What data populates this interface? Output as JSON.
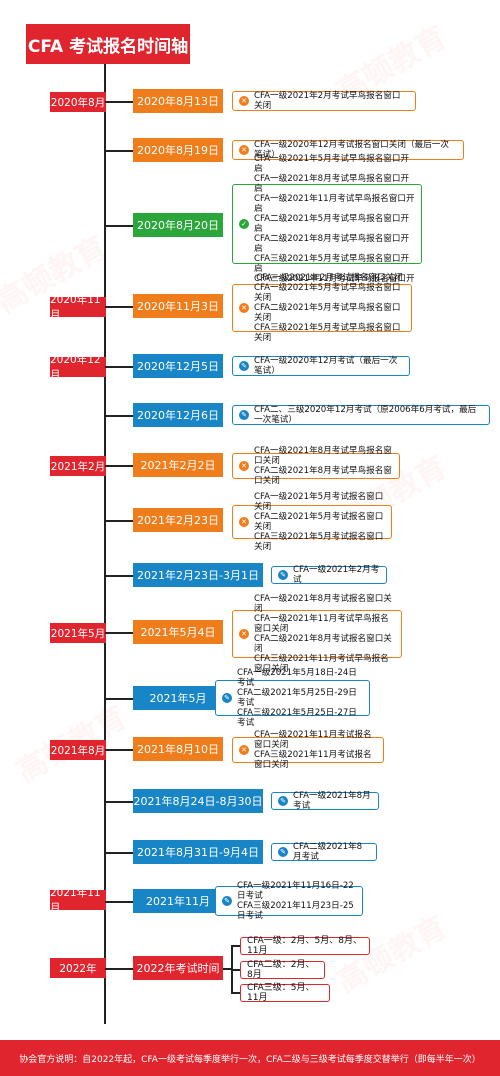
{
  "title": "CFA 考试报名时间轴",
  "watermark": "高顿教育",
  "years": [
    "2020年8月",
    "2020年11月",
    "2020年12月",
    "2021年2月",
    "2021年5月",
    "2021年8月",
    "2021年11月",
    "2022年"
  ],
  "events": [
    {
      "date": "2020年8月13日",
      "lines": [
        "CFA一级2021年2月考试早鸟报名窗口关闭"
      ]
    },
    {
      "date": "2020年8月19日",
      "lines": [
        "CFA一级2020年12月考试报名窗口关闭（最后一次笔试）"
      ]
    },
    {
      "date": "2020年8月20日",
      "lines": [
        "CFA一级2021年5月考试早鸟报名窗口开启",
        "CFA一级2021年8月考试早鸟报名窗口开启",
        "CFA一级2021年11月考试早鸟报名窗口开启",
        "CFA二级2021年5月考试早鸟报名窗口开启",
        "CFA二级2021年8月考试早鸟报名窗口开启",
        "CFA三级2021年5月考试早鸟报名窗口开启",
        "CFA三级2021年11月考试早鸟报名窗口开启"
      ]
    },
    {
      "date": "2020年11月3日",
      "lines": [
        "CFA一级2021年2月考试报名窗口关闭",
        "CFA一级2021年5月考试早鸟报名窗口关闭",
        "CFA二级2021年5月考试早鸟报名窗口关闭",
        "CFA三级2021年5月考试早鸟报名窗口关闭"
      ]
    },
    {
      "date": "2020年12月5日",
      "lines": [
        "CFA一级2020年12月考试（最后一次笔试）"
      ]
    },
    {
      "date": "2020年12月6日",
      "lines": [
        "CFA二、三级2020年12月考试（原2006年6月考试，最后一次笔试）"
      ]
    },
    {
      "date": "2021年2月2日",
      "lines": [
        "CFA一级2021年8月考试早鸟报名窗口关闭",
        "CFA二级2021年8月考试早鸟报名窗口关闭"
      ]
    },
    {
      "date": "2021年2月23日",
      "lines": [
        "CFA一级2021年5月考试报名窗口关闭",
        "CFA二级2021年5月考试报名窗口关闭",
        "CFA三级2021年5月考试报名窗口关闭"
      ]
    },
    {
      "date": "2021年2月23日-3月1日",
      "lines": [
        "CFA一级2021年2月考试"
      ]
    },
    {
      "date": "2021年5月4日",
      "lines": [
        "CFA一级2021年8月考试报名窗口关闭",
        "CFA一级2021年11月考试早鸟报名窗口关闭",
        "CFA二级2021年8月考试报名窗口关闭",
        "CFA三级2021年11月考试早鸟报名窗口关闭"
      ]
    },
    {
      "date": "2021年5月",
      "lines": [
        "CFA一级2021年5月18日-24日考试",
        "CFA二级2021年5月25日-29日考试",
        "CFA三级2021年5月25日-27日考试"
      ]
    },
    {
      "date": "2021年8月10日",
      "lines": [
        "CFA一级2021年11月考试报名窗口关闭",
        "CFA三级2021年11月考试报名窗口关闭"
      ]
    },
    {
      "date": "2021年8月24日-8月30日",
      "lines": [
        "CFA一级2021年8月考试"
      ]
    },
    {
      "date": "2021年8月31日-9月4日",
      "lines": [
        "CFA二级2021年8月考试"
      ]
    },
    {
      "date": "2021年11月",
      "lines": [
        "CFA一级2021年11月16日-22日考试",
        "CFA三级2021年11月23日-25日考试"
      ]
    }
  ],
  "final": {
    "date": "2022年考试时间",
    "items": [
      "CFA一级：2月、5月、8月、11月",
      "CFA二级：2月、8月",
      "CFA三级：5月、11月"
    ]
  },
  "footer": "协会官方说明：自2022年起，CFA一级考试每季度举行一次，CFA二级与三级考试每季度交替举行（即每半年一次）",
  "colors": {
    "red": "#e1252f",
    "orange": "#f07d1b",
    "green": "#2aa63a",
    "blue": "#1785c6"
  }
}
